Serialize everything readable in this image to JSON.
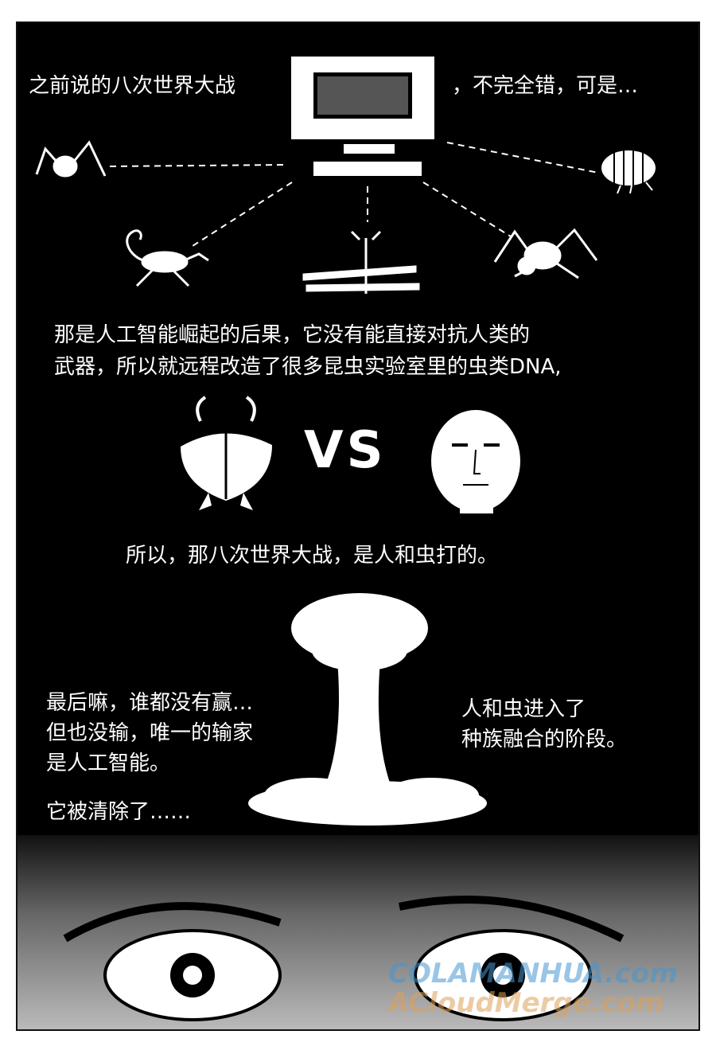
{
  "captions": {
    "intro_before": "之前说的八次世界大战",
    "intro_after": "，不完全错，可是…",
    "ai_line1": "那是人工智能崛起的后果，它没有能直接对抗人类的",
    "ai_line2": "武器，所以就远程改造了很多昆虫实验室里的虫类DNA,",
    "versus": "VS",
    "so_line": "所以，那八次世界大战，是人和虫打的。",
    "left_line1": "最后嘛，谁都没有赢…",
    "left_line2": "但也没输，唯一的输家",
    "left_line3": "是人工智能。",
    "cleared": "它被清除了……",
    "right_line1": "人和虫进入了",
    "right_line2": "种族融合的阶段。"
  },
  "watermark": {
    "line1": "COLAMANHUA.com",
    "line2": "ACloudMerge.com"
  },
  "icons": [
    "computer-monitor-icon",
    "spider-icon",
    "isopod-icon",
    "scorpion-icon",
    "dragonfly-icon",
    "tarantula-icon",
    "mantis-head-icon",
    "human-head-icon",
    "mushroom-cloud-icon",
    "staring-eyes-icon"
  ],
  "colors": {
    "panel": "#000000",
    "text": "#ffffff",
    "page": "#ffffff"
  }
}
